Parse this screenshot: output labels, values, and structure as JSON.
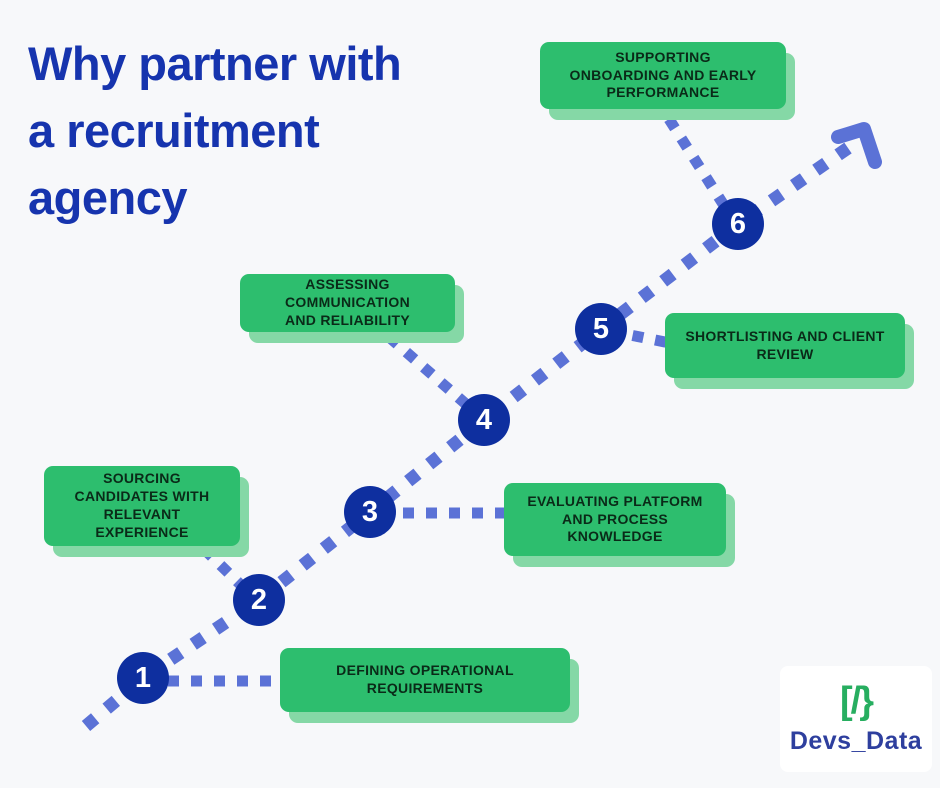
{
  "title": {
    "full": "Why partner with a recruitment agency",
    "lines": [
      "Why partner with",
      "a recruitment",
      "agency"
    ]
  },
  "steps": [
    {
      "number": "1",
      "label": "DEFINING OPERATIONAL\nREQUIREMENTS"
    },
    {
      "number": "2",
      "label": "SOURCING\nCANDIDATES WITH\nRELEVANT\nEXPERIENCE"
    },
    {
      "number": "3",
      "label": "EVALUATING PLATFORM\nAND PROCESS\nKNOWLEDGE"
    },
    {
      "number": "4",
      "label": "ASSESSING\nCOMMUNICATION\nAND RELIABILITY"
    },
    {
      "number": "5",
      "label": "SHORTLISTING AND CLIENT\nREVIEW"
    },
    {
      "number": "6",
      "label": "SUPPORTING\nONBOARDING AND EARLY\nPERFORMANCE"
    }
  ],
  "logo": {
    "icon": "[/}",
    "text": "Devs_Data"
  },
  "colors": {
    "background": "#f7f8fa",
    "title_blue": "#1634ae",
    "circle_blue": "#0e2f9f",
    "dot_periwinkle": "#5b72d6",
    "box_green": "#2dbe6e",
    "box_shadow_green": "#85d8a6",
    "box_text": "#0a2a18",
    "logo_green": "#27ae60",
    "logo_blue": "#2e3f9e"
  }
}
